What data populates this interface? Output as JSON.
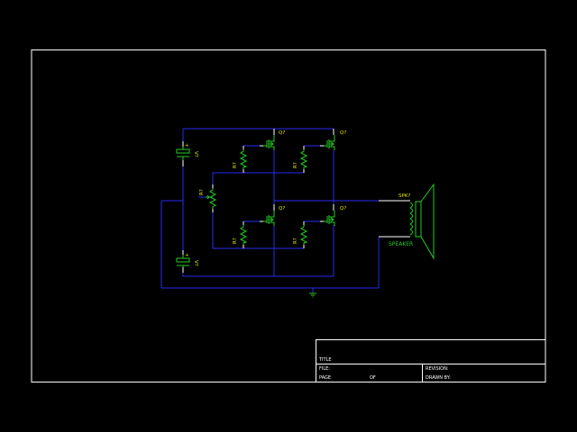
{
  "colors": {
    "background": "#000000",
    "border": "#ffffff",
    "wire": "#2a2af0",
    "component": "#22cc22",
    "reference": "#e6e600",
    "pin": "#ffffff"
  },
  "components": {
    "transistors": [
      "Q?",
      "Q?",
      "Q?",
      "Q?"
    ],
    "resistors": [
      "R?",
      "R?",
      "R?",
      "R?",
      "R?"
    ],
    "sources": [
      {
        "ref": "V?",
        "polarity": "+"
      },
      {
        "ref": "V?",
        "polarity": "+"
      }
    ],
    "speaker": {
      "ref": "SPK?",
      "value": "SPEAKER"
    }
  },
  "title_block": {
    "title_label": "TITLE",
    "file_label": "FILE:",
    "revision_label": "REVISION:",
    "page_label": "PAGE",
    "of_label": "OF",
    "drawn_by_label": "DRAWN BY:"
  }
}
